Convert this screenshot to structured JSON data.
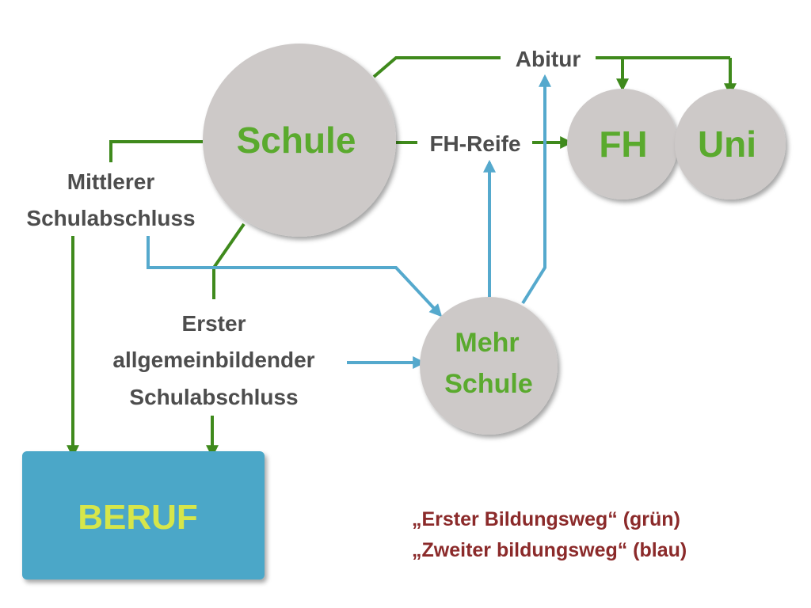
{
  "nodes": {
    "schule": "Schule",
    "fh": "FH",
    "uni": "Uni",
    "mehr_schule": [
      "Mehr",
      "Schule"
    ],
    "beruf": "BERUF"
  },
  "labels": {
    "abitur": "Abitur",
    "fh_reife": "FH-Reife",
    "mittlerer": [
      "Mittlerer",
      "Schulabschluss"
    ],
    "erster": [
      "Erster",
      "allgemeinbildender",
      "Schulabschluss"
    ]
  },
  "legend": [
    "„Erster Bildungsweg“ (grün)",
    "„Zweiter bildungsweg“ (blau)"
  ],
  "colors": {
    "green_path": "#3f8a1c",
    "blue_path": "#55a9cd",
    "node_fill": "#cdc9c8",
    "node_text": "#5aaa2e",
    "beruf_fill": "#4ba7c8",
    "beruf_text": "#d6e64a",
    "legend_text": "#8b2a2a"
  }
}
